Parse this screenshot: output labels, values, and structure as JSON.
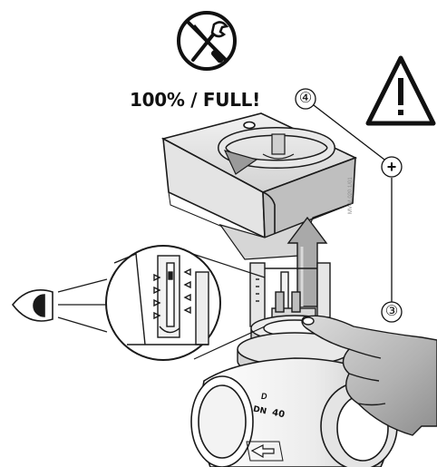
{
  "figure": {
    "headline": "100% / FULL!",
    "step_top": "④",
    "step_bottom": "③",
    "direction_mark": "+",
    "doc_ref": "MV-M.020.1/01",
    "dn_label": "DN",
    "pn_label": "40",
    "valve_letter": "D"
  },
  "icons": {
    "no_tools": "wrench-screwdriver-prohibited-icon",
    "warning": "warning-triangle-icon",
    "eye": "eye-icon",
    "rotation": "rotation-arrow-icon",
    "hand": "hand-pressing-icon"
  },
  "colors": {
    "line": "#1a1a1a",
    "shade_light": "#ececec",
    "shade_mid": "#bdbdbd",
    "shade_dark": "#8c8c8c",
    "skin": "#a8a8a8"
  }
}
